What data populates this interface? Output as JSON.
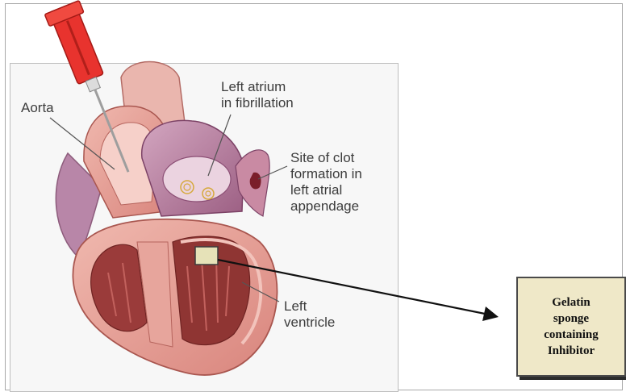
{
  "labels": {
    "aorta": "Aorta",
    "left_atrium": "Left atrium\nin fibrillation",
    "clot_site": "Site of clot\nformation in\nleft atrial\nappendage",
    "left_ventricle": "Left\nventricle"
  },
  "callout_box": {
    "text": "Gelatin\nsponge\ncontaining\nInhibitor"
  },
  "colors": {
    "heart_muscle": "#e2948b",
    "heart_light": "#f3c9c1",
    "chamber_dark": "#9a3b3a",
    "atrium": "#bf8aa4",
    "needle_red": "#e8332e",
    "box_fill": "#efe8c8"
  }
}
